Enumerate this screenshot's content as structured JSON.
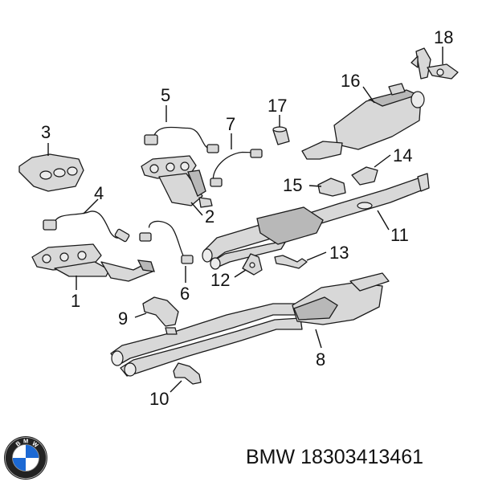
{
  "callouts": {
    "c1": "1",
    "c2": "2",
    "c3": "3",
    "c4": "4",
    "c5": "5",
    "c6": "6",
    "c7": "7",
    "c8": "8",
    "c9": "9",
    "c10": "10",
    "c11": "11",
    "c12": "12",
    "c13": "13",
    "c14": "14",
    "c15": "15",
    "c16": "16",
    "c17": "17",
    "c18": "18"
  },
  "footer": {
    "brand": "BMW",
    "part_number": "18303413461",
    "logo_icon": "bmw-roundel-logo",
    "logo_colors": {
      "ring": "#222222",
      "blue": "#1c69d4",
      "white": "#ffffff"
    }
  }
}
